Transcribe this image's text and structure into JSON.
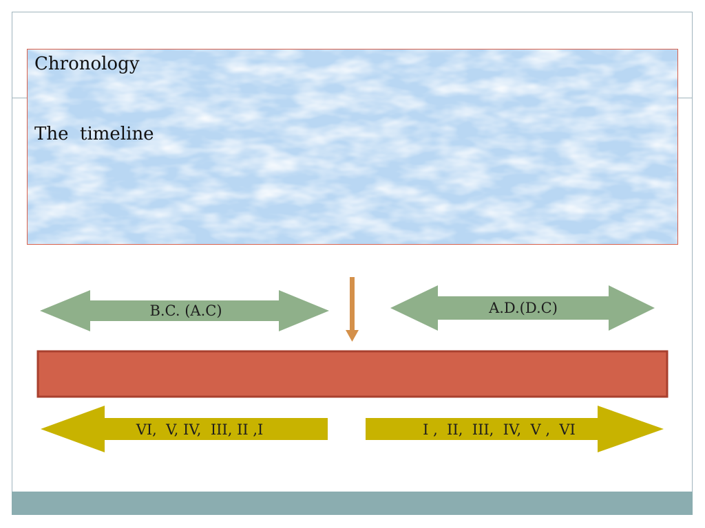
{
  "title": {
    "line1": "Chronology",
    "line2": "The  timeline"
  },
  "arrows": {
    "bc_label": "B.C. (A.C)",
    "ad_label": "A.D.(D.C)",
    "left_numerals": "VI,  V, IV,  III, II ,I",
    "right_numerals": "I ,  II,  III,  IV,  V ,  VI"
  },
  "colors": {
    "title_border": "#d9604a",
    "sky_base": "#bcd9f2",
    "green_arrow": "#8fb08a",
    "marker_arrow": "#d4904a",
    "timeline_bar": "#d1614a",
    "timeline_border": "#a8402e",
    "yellow_arrow": "#c8b300",
    "footer": "#8badb0"
  }
}
